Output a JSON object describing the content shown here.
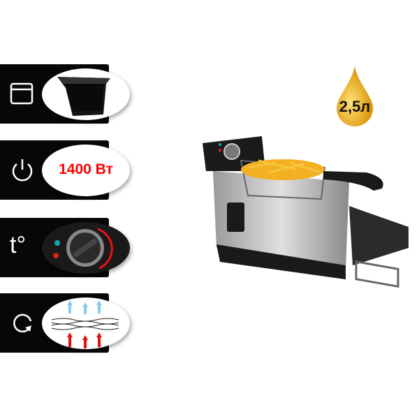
{
  "features": [
    {
      "icon": "container-icon",
      "image": "removable-bowl"
    },
    {
      "icon": "power-icon",
      "label": "1400 Вт"
    },
    {
      "icon": "temperature-icon",
      "label": "t°",
      "image": "thermostat-knob"
    },
    {
      "icon": "rotate-icon",
      "image": "airflow-filter"
    }
  ],
  "capacity": {
    "label": "2,5л"
  },
  "colors": {
    "panel": "#050709",
    "accent_red": "#ff0000",
    "oil": "#e8a800"
  }
}
